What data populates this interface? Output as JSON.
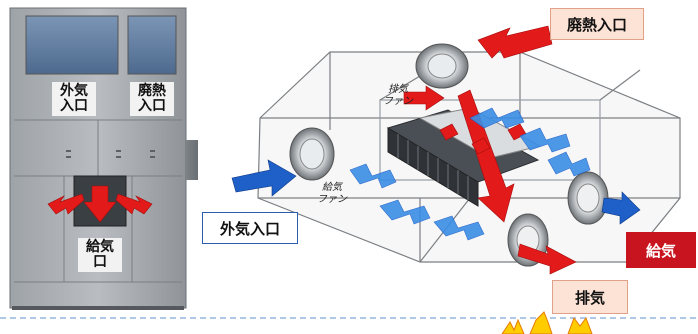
{
  "unit": {
    "outside_air_label": "外気\n入口",
    "waste_heat_label": "廃熱\n入口",
    "supply_air_label": "給気\n口"
  },
  "diagram": {
    "waste_heat_inlet": "廃熱入口",
    "outside_air_inlet": "外気入口",
    "supply_air": "給気",
    "exhaust": "排気",
    "exhaust_fan": "排気\nファン",
    "supply_fan": "給気\nファン"
  },
  "colors": {
    "red_arrow": "#e21a1a",
    "blue_arrow": "#1f5fc8",
    "light_blue_arrow": "#3a8ee6",
    "supply_tag_bg": "#c8141e",
    "pink_tag_bg": "#fde3d6",
    "dashed_line": "#7fa6d8",
    "flame": "#ffcc00"
  }
}
